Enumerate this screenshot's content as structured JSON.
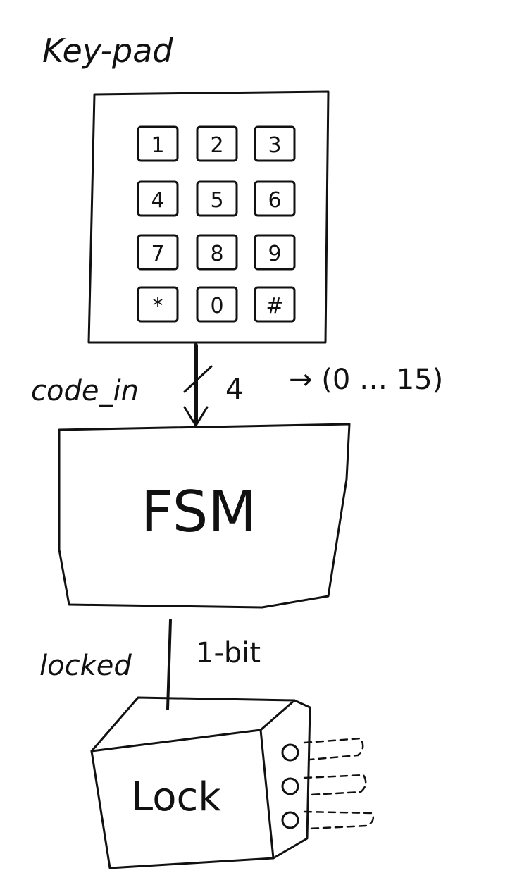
{
  "keypad": {
    "title": "Key-pad",
    "keys": [
      "1",
      "2",
      "3",
      "4",
      "5",
      "6",
      "7",
      "8",
      "9",
      "*",
      "0",
      "#"
    ]
  },
  "bus": {
    "label": "code_in",
    "width": "4",
    "range": "→ (0 … 15)"
  },
  "fsm": {
    "label": "FSM"
  },
  "output": {
    "label": "locked",
    "width": "1-bit"
  },
  "lock": {
    "label": "Lock"
  },
  "colors": {
    "ink": "#111111",
    "background": "#ffffff"
  }
}
